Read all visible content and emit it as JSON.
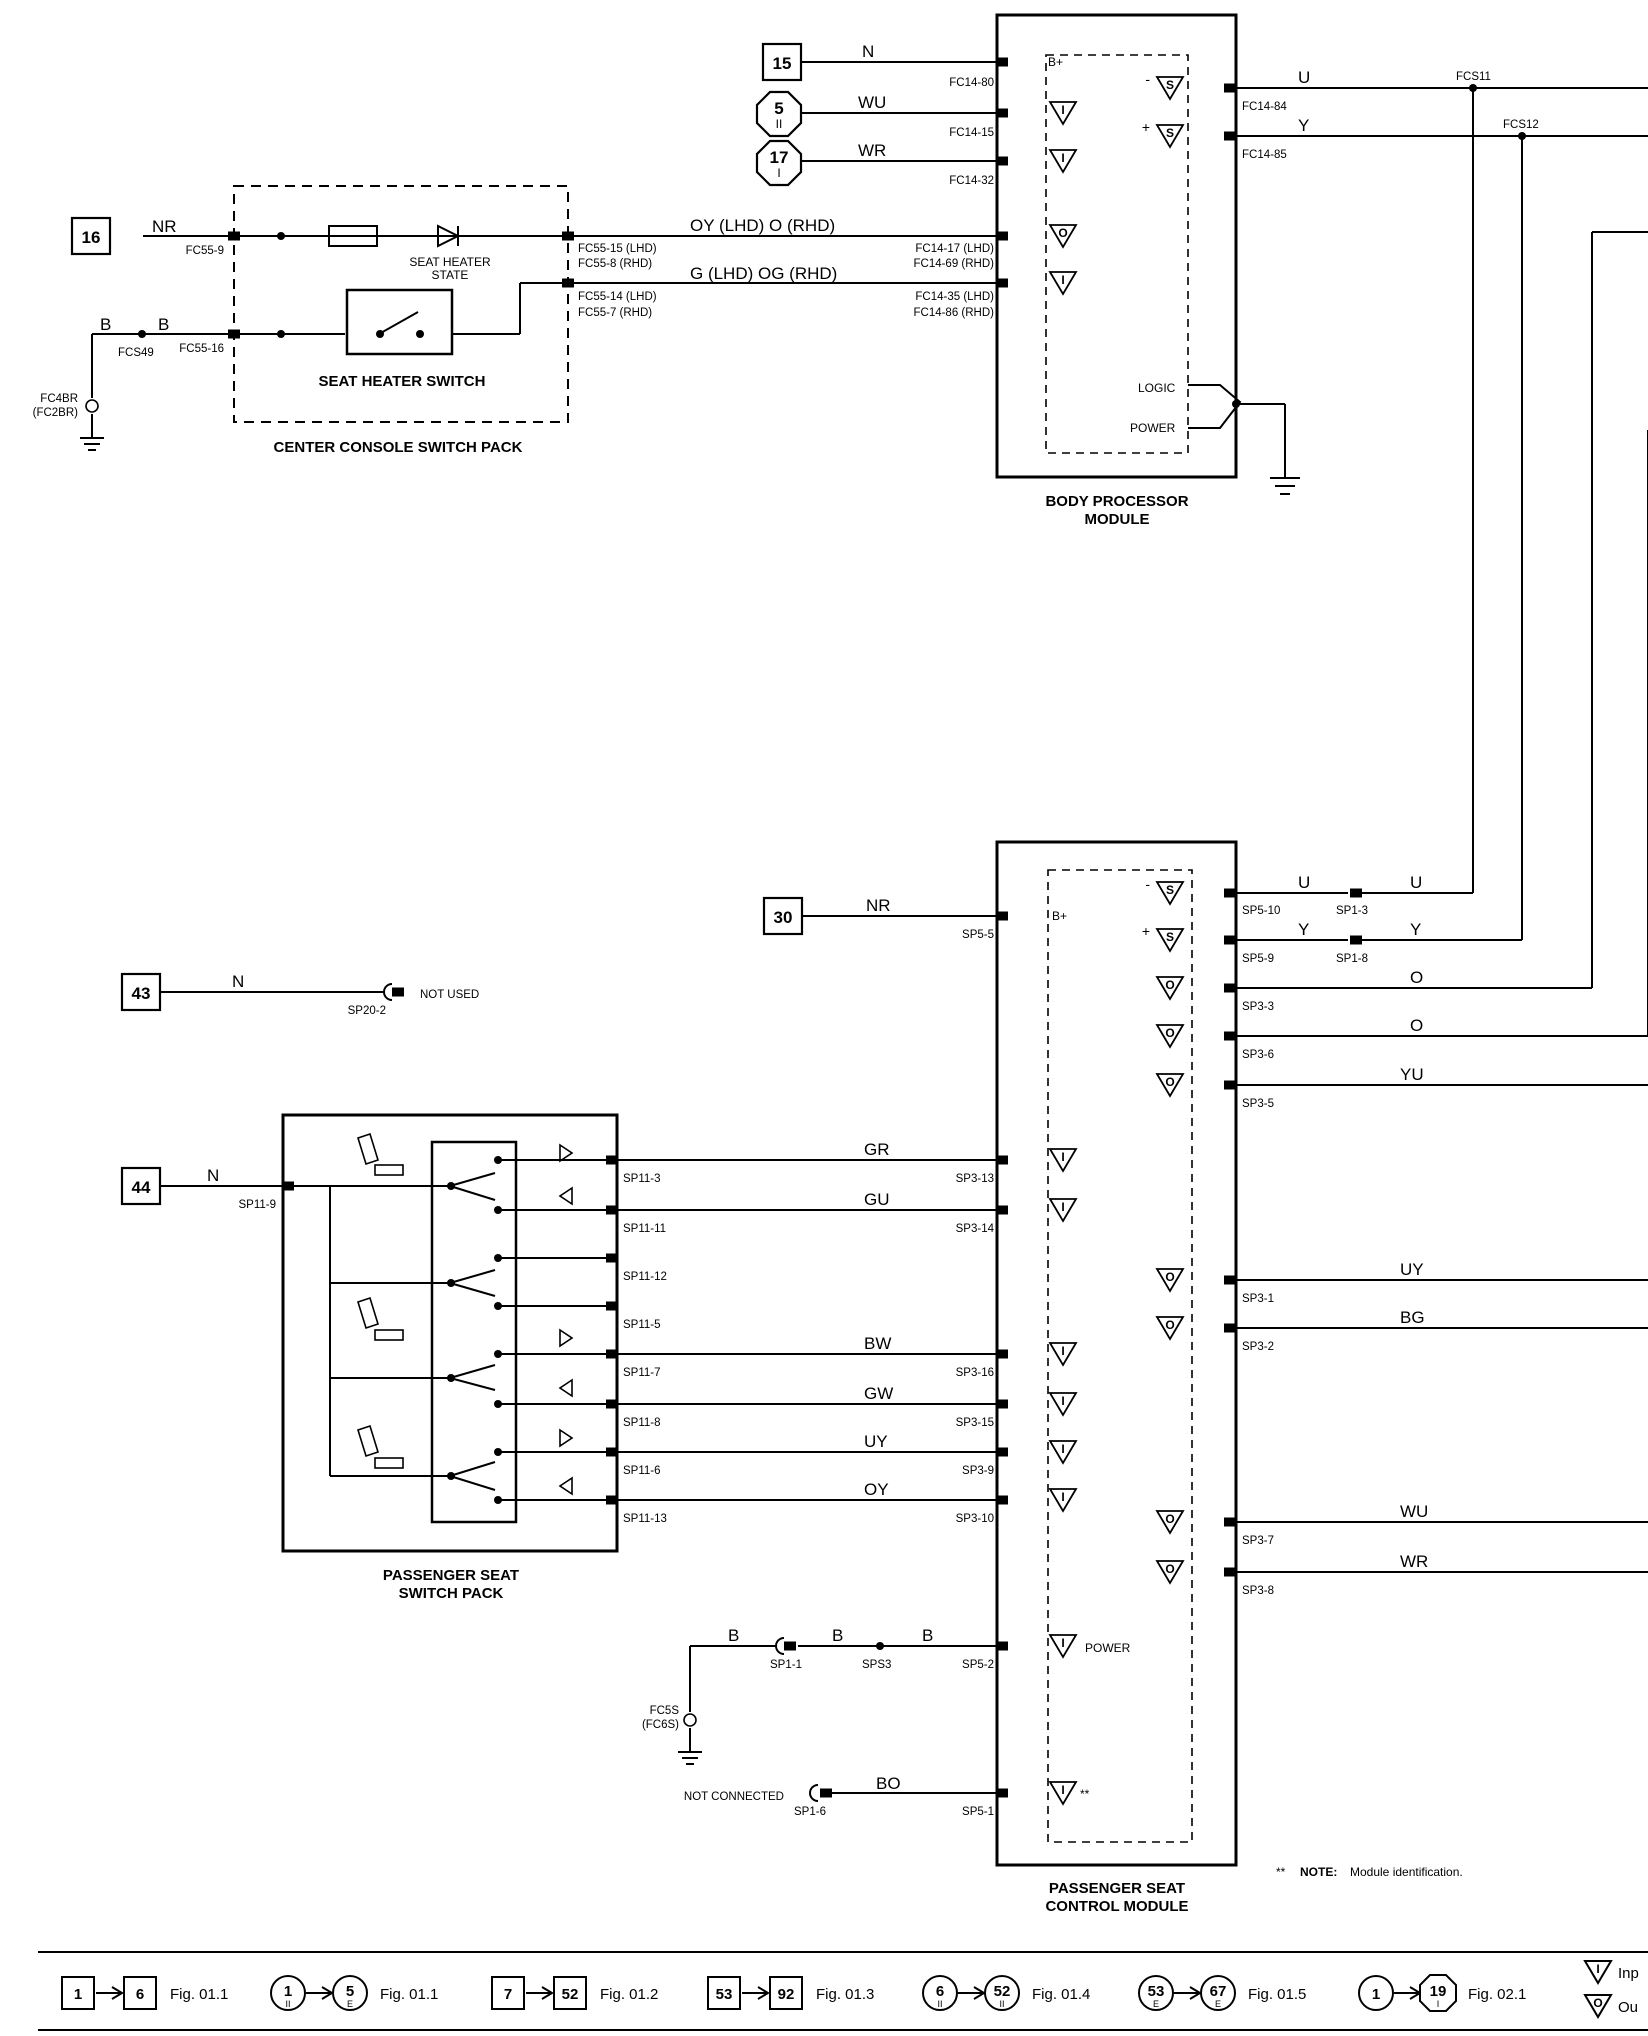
{
  "components": {
    "center_console_switch_pack": "CENTER CONSOLE SWITCH PACK",
    "seat_heater_switch": "SEAT HEATER SWITCH",
    "seat_heater_state": [
      "SEAT HEATER",
      "STATE"
    ],
    "body_processor_module": [
      "BODY PROCESSOR",
      "MODULE"
    ],
    "passenger_seat_switch_pack": [
      "PASSENGER SEAT",
      "SWITCH PACK"
    ],
    "passenger_seat_control_module": [
      "PASSENGER SEAT",
      "CONTROL MODULE"
    ]
  },
  "refs": {
    "r15": "15",
    "r5": "5",
    "r5_sub": "II",
    "r17": "17",
    "r17_sub": "I",
    "r16": "16",
    "r30": "30",
    "r43": "43",
    "r44": "44"
  },
  "wires": {
    "n": "N",
    "wu": "WU",
    "wr": "WR",
    "nr": "NR",
    "b": "B",
    "oy_o": "OY (LHD)  O (RHD)",
    "g_og": "G (LHD)  OG (RHD)",
    "u": "U",
    "y": "Y",
    "o": "O",
    "yu": "YU",
    "gr": "GR",
    "gu": "GU",
    "uy": "UY",
    "bg": "BG",
    "bw": "BW",
    "gw": "GW",
    "oy": "OY",
    "bo": "BO"
  },
  "pins": {
    "fc14_80": "FC14-80",
    "fc14_15": "FC14-15",
    "fc14_32": "FC14-32",
    "fc14_17": "FC14-17 (LHD)",
    "fc14_69": "FC14-69 (RHD)",
    "fc14_35": "FC14-35 (LHD)",
    "fc14_86": "FC14-86 (RHD)",
    "fc14_84": "FC14-84",
    "fc14_85": "FC14-85",
    "fcs11": "FCS11",
    "fcs12": "FCS12",
    "fc55_9": "FC55-9",
    "fc55_16": "FC55-16",
    "fc55_15": "FC55-15 (LHD)",
    "fc55_8": "FC55-8 (RHD)",
    "fc55_14": "FC55-14 (LHD)",
    "fc55_7": "FC55-7 (RHD)",
    "fcs49": "FCS49",
    "fc4br": "FC4BR",
    "fc2br": "(FC2BR)",
    "sp5_5": "SP5-5",
    "sp20_2": "SP20-2",
    "not_used": "NOT USED",
    "sp5_10": "SP5-10",
    "sp5_9": "SP5-9",
    "sp1_3": "SP1-3",
    "sp1_8": "SP1-8",
    "sp3_3": "SP3-3",
    "sp3_6": "SP3-6",
    "sp3_5": "SP3-5",
    "sp11_9": "SP11-9",
    "sp11_3": "SP11-3",
    "sp11_11": "SP11-11",
    "sp11_12": "SP11-12",
    "sp11_5": "SP11-5",
    "sp11_7": "SP11-7",
    "sp11_8": "SP11-8",
    "sp11_6": "SP11-6",
    "sp11_13": "SP11-13",
    "sp3_13": "SP3-13",
    "sp3_14": "SP3-14",
    "sp3_16": "SP3-16",
    "sp3_15": "SP3-15",
    "sp3_9": "SP3-9",
    "sp3_10": "SP3-10",
    "sp3_1": "SP3-1",
    "sp3_2": "SP3-2",
    "sp3_7": "SP3-7",
    "sp3_8": "SP3-8",
    "sp1_1": "SP1-1",
    "sps3": "SPS3",
    "sp5_2": "SP5-2",
    "fc5s": "FC5S",
    "fc6s": "(FC6S)",
    "not_connected": "NOT CONNECTED",
    "sp1_6": "SP1-6",
    "sp5_1": "SP5-1"
  },
  "module_labels": {
    "bplus": "B+",
    "logic": "LOGIC",
    "power": "POWER",
    "power2": "POWER",
    "i": "I",
    "o": "O",
    "s": "S",
    "minus": "-",
    "plus": "+",
    "stars": "**"
  },
  "note": {
    "marker": "**",
    "label": "NOTE:",
    "text": "Module identification."
  },
  "legend": [
    {
      "from": "1",
      "to": "6",
      "fig": "Fig. 01.1",
      "shape": "box"
    },
    {
      "from": "1",
      "from_sub": "II",
      "to": "5",
      "to_sub": "E",
      "fig": "Fig. 01.1",
      "shape": "circle"
    },
    {
      "from": "7",
      "to": "52",
      "fig": "Fig. 01.2",
      "shape": "box"
    },
    {
      "from": "53",
      "to": "92",
      "fig": "Fig. 01.3",
      "shape": "box"
    },
    {
      "from": "6",
      "from_sub": "II",
      "to": "52",
      "to_sub": "II",
      "fig": "Fig. 01.4",
      "shape": "circle"
    },
    {
      "from": "53",
      "from_sub": "E",
      "to": "67",
      "to_sub": "E",
      "fig": "Fig. 01.5",
      "shape": "circle"
    },
    {
      "from": "1",
      "to": "19",
      "to_sub": "I",
      "fig": "Fig. 02.1",
      "shape": "octagon"
    }
  ],
  "legend_key": [
    {
      "symbol": "I",
      "text": "Inp"
    },
    {
      "symbol": "O",
      "text": "Ou"
    }
  ]
}
